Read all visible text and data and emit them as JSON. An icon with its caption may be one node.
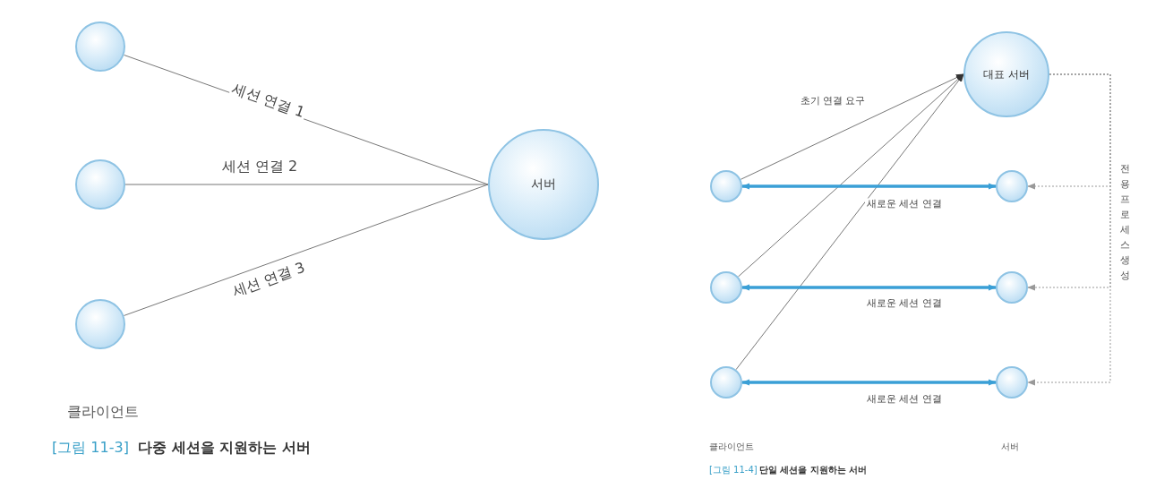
{
  "diagram": {
    "nodes": [
      {
        "text": [],
        "shape": "circle"
      },
      {
        "text": [],
        "shape": "circle"
      },
      {
        "text": [],
        "shape": "circle"
      },
      {
        "text": [
          "서버"
        ]
      },
      {
        "text": [
          "대표 서버"
        ]
      },
      {
        "text": [],
        "shape": "circle"
      },
      {
        "text": [],
        "shape": "circle"
      },
      {
        "text": [],
        "shape": "circle"
      },
      {
        "text": [],
        "shape": "circle"
      },
      {
        "text": [],
        "shape": "circle"
      },
      {
        "text": [],
        "shape": "circle"
      }
    ],
    "edges": [
      {
        "from": 0,
        "to": 3,
        "arrow": "none",
        "label": "세션 연결 1"
      },
      {
        "from": 1,
        "to": 3,
        "arrow": "none",
        "label": "세션 연결 2"
      },
      {
        "from": 2,
        "to": 3,
        "arrow": "none",
        "label": "세션 연결 3"
      },
      {
        "from": 5,
        "to": 4,
        "arrow": "to",
        "label": "초기 연결 요구"
      },
      {
        "from": 6,
        "to": 4,
        "arrow": "to"
      },
      {
        "from": 7,
        "to": 4,
        "arrow": "to"
      },
      {
        "from": 5,
        "to": 8,
        "arrow": "both",
        "label": "새로운 세션 연결",
        "style": "thick",
        "color": "#3a9fd6"
      },
      {
        "from": 6,
        "to": 9,
        "arrow": "both",
        "label": "새로운 세션 연결",
        "style": "thick",
        "color": "#3a9fd6"
      },
      {
        "from": 7,
        "to": 10,
        "arrow": "both",
        "label": "새로운 세션 연결",
        "style": "thick",
        "color": "#3a9fd6"
      },
      {
        "from": 4,
        "to": 8,
        "arrow": "to",
        "style": "dashed"
      },
      {
        "from": 4,
        "to": 9,
        "arrow": "to",
        "style": "dashed"
      },
      {
        "from": 4,
        "to": 10,
        "arrow": "to",
        "style": "dashed"
      }
    ],
    "labels": [
      "클라이언트",
      "[그림 11-3]",
      "다중 세션을 지원하는 서버",
      "클라이언트",
      "서버",
      "전용 프로세스 생성",
      "[그림 11-4]",
      "단일 세션을 지원하는 서버"
    ]
  }
}
